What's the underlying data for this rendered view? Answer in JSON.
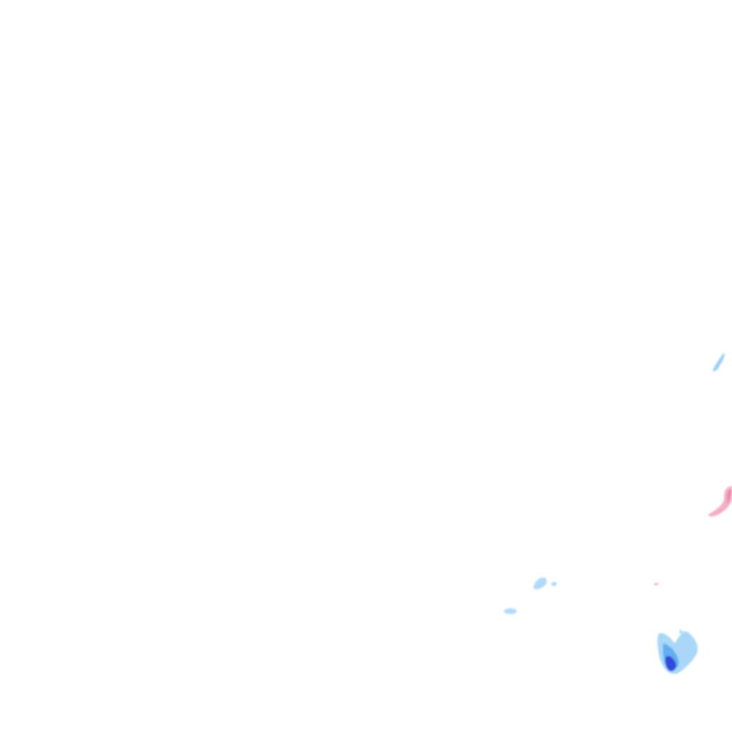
{
  "map": {
    "background_color": "#ffffff",
    "layer": "precipitation-radar-tile",
    "legend_colors": {
      "rain_light": "#8ec9f5",
      "rain_moderate": "#55a7ee",
      "rain_heavy": "#2f3fd8",
      "mixed_light": "#f3a9c4",
      "mixed_moderate": "#e67aa0"
    },
    "echoes": [
      {
        "id": "cell-upper-right",
        "type": "rain",
        "intensity": "light"
      },
      {
        "id": "cell-right-edge",
        "type": "mixed",
        "intensity": "moderate"
      },
      {
        "id": "cell-small-pink",
        "type": "mixed",
        "intensity": "light"
      },
      {
        "id": "cell-center-small",
        "type": "rain",
        "intensity": "light"
      },
      {
        "id": "cell-center-tiny",
        "type": "rain",
        "intensity": "light"
      },
      {
        "id": "cell-lower-right",
        "type": "rain",
        "intensity": "heavy"
      }
    ]
  }
}
